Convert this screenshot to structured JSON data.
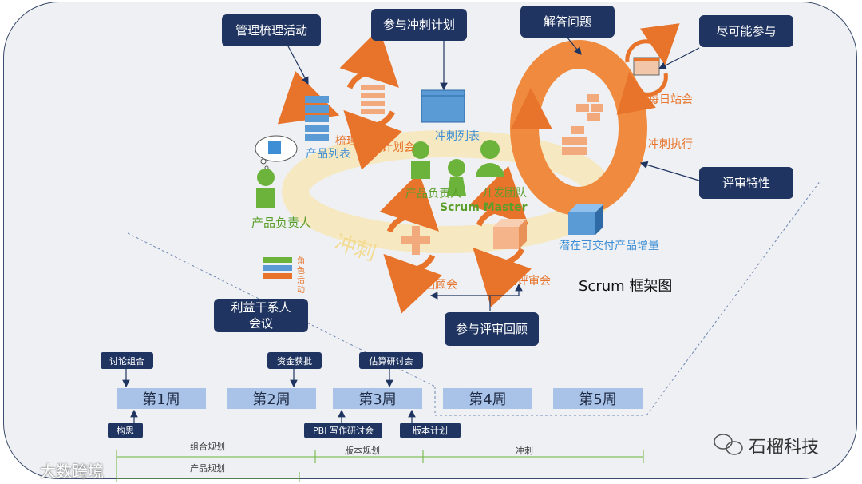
{
  "title": "Scrum 框架图",
  "callouts": {
    "grooming": "管理梳理活动",
    "sprint_planning": "参与冲刺计划",
    "answer": "解答问题",
    "participate": "尽可能参与",
    "review_features": "评审特性",
    "stakeholder_line1": "利益干系人",
    "stakeholder_line2": "会议",
    "review_retro": "参与评审回顾"
  },
  "labels": {
    "grooming": "梳理",
    "product_backlog": "产品列表",
    "sprint_planning": "冲刺计划会",
    "sprint_backlog": "冲刺列表",
    "daily_standup": "每日站会",
    "sprint_execution": "冲刺执行",
    "product_owner": "产品负责人",
    "product_owner_mid": "产品负责人",
    "dev_team": "开发团队",
    "scrum_master": "Scrum Master",
    "increment": "潜在可交付产品增量",
    "retrospective": "冲刺回顾会",
    "sprint_review": "冲刺评审会",
    "sprint_watermark": "冲刺",
    "legend_vertical": [
      "角",
      "色",
      "活",
      "动"
    ]
  },
  "timeline": {
    "weeks": [
      "第1周",
      "第2周",
      "第3周",
      "第4周",
      "第5周"
    ],
    "top_notes": [
      "讨论组合",
      "资金获批",
      "估算研讨会"
    ],
    "bottom_notes": [
      "构思",
      "PBI 写作研讨会",
      "版本计划"
    ],
    "phases": [
      "组合规划",
      "版本规划",
      "冲刺"
    ],
    "product_planning": "产品规划"
  },
  "watermarks": {
    "left": "大数跨境",
    "right": "石榴科技"
  },
  "colors": {
    "navy": "#1f3460",
    "orange": "#e8742b",
    "green": "#5a9e2a",
    "blue": "#3d8ed5",
    "week_fill": "#a9c3e8"
  }
}
